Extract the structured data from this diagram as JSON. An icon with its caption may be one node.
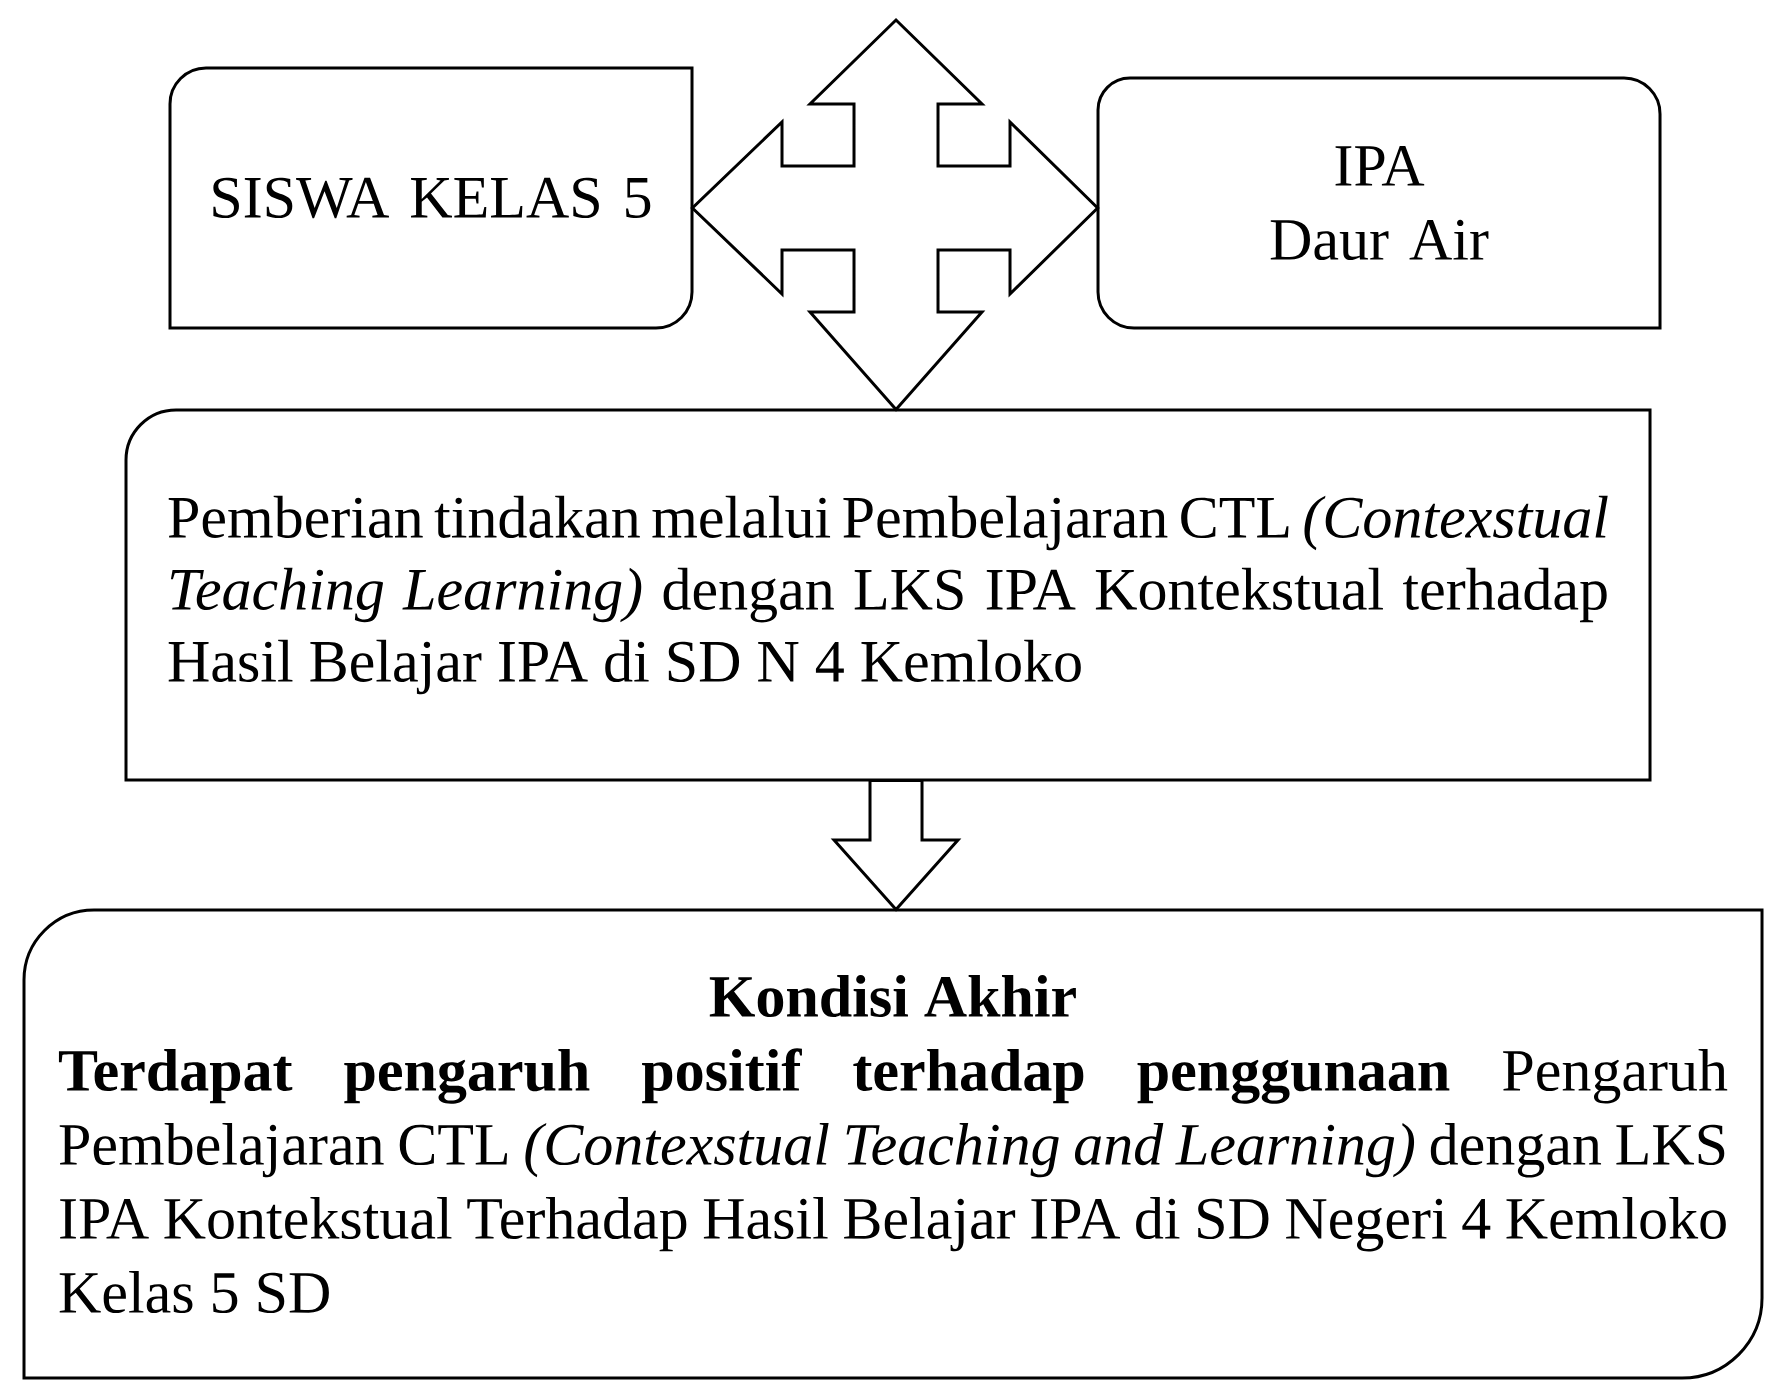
{
  "diagram": {
    "nodes": [
      {
        "text": [
          "SISWA KELAS 5"
        ]
      },
      {
        "text": [
          "IPA",
          "Daur Air"
        ]
      },
      {
        "text": [
          "Pemberian tindakan melalui Pembelajaran CTL *(Contexstual Teaching Learning)* dengan LKS IPA Kontekstual terhadap Hasil Belajar IPA di SD N 4 Kemloko"
        ]
      },
      {
        "text": [
          "Kondisi Akhir",
          "**Terdapat pengaruh positif terhadap penggunaan** Pengaruh Pembelajaran CTL *(Contexstual Teaching and Learning)* dengan LKS IPA Kontekstual Terhadap Hasil Belajar IPA di SD Negeri 4 Kemloko Kelas 5 SD"
        ]
      }
    ],
    "edges": [
      {
        "from": 0,
        "to": 1,
        "arrow": "both"
      },
      {
        "from": null,
        "to": 2,
        "arrow": "both"
      },
      {
        "from": 2,
        "to": 3,
        "arrow": "to"
      }
    ]
  }
}
